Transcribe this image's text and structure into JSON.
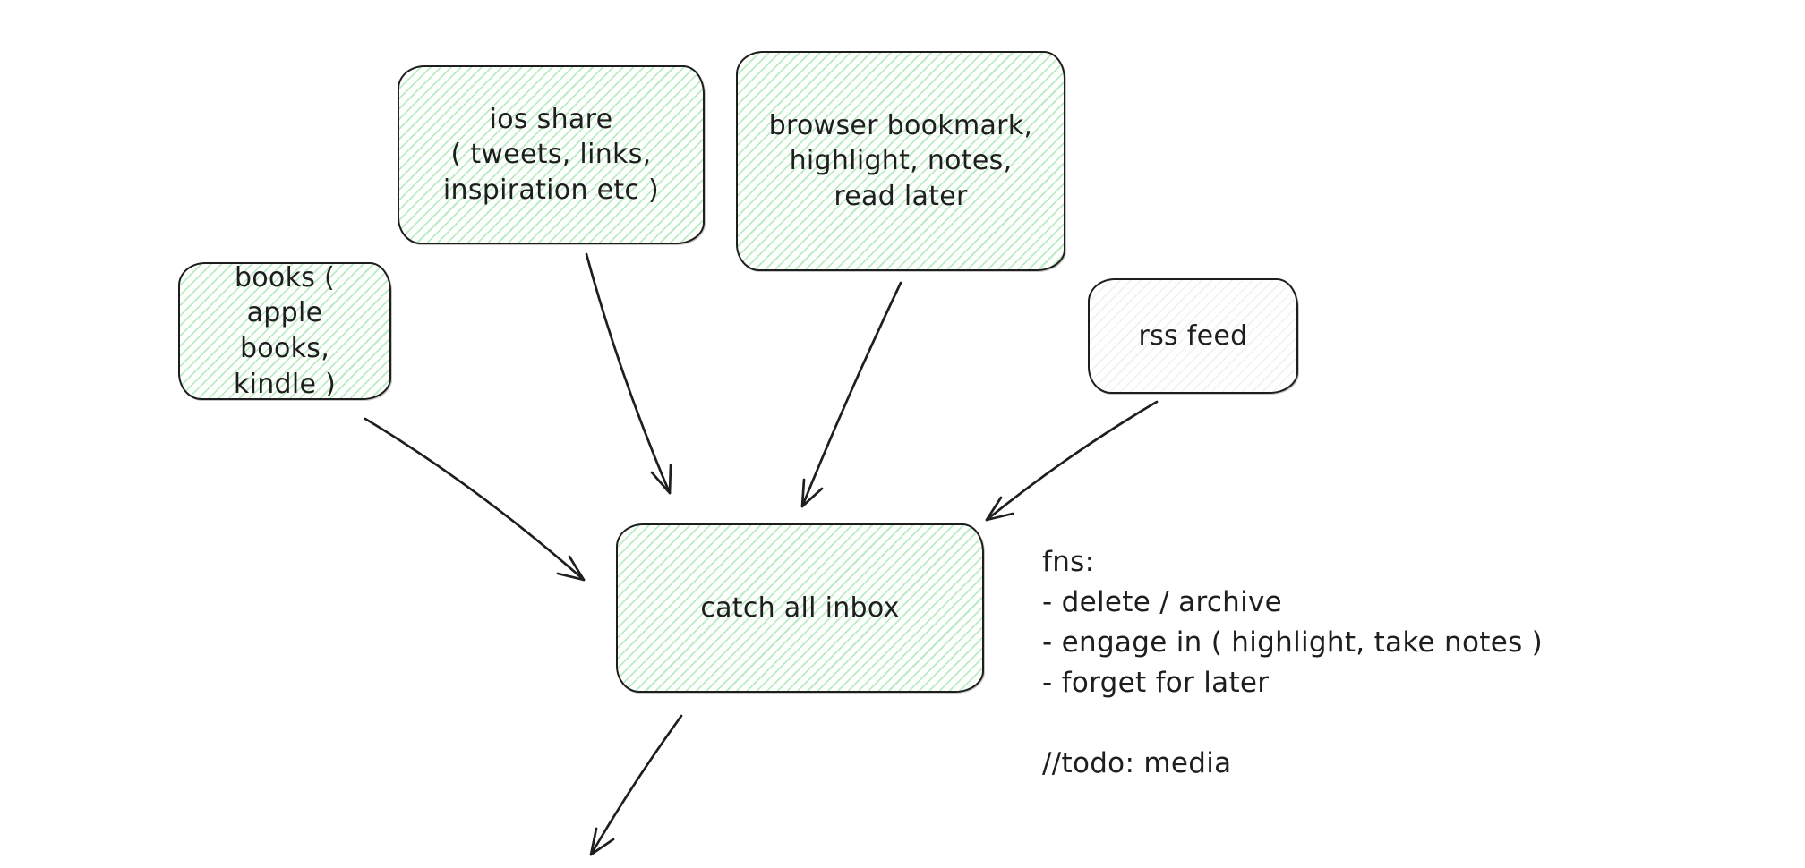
{
  "diagram": {
    "nodes": {
      "books": {
        "label": "books (\napple books,\nkindle )"
      },
      "ios_share": {
        "label": "ios share\n( tweets, links,\ninspiration etc )"
      },
      "browser": {
        "label": "browser bookmark,\nhighlight, notes,\nread later"
      },
      "rss": {
        "label": "rss feed"
      },
      "inbox": {
        "label": "catch all inbox"
      }
    },
    "notes": {
      "text": "fns:\n- delete / archive\n- engage in ( highlight, take notes )\n- forget for later\n\n//todo: media"
    },
    "colors": {
      "stroke": "#1e1e1e",
      "green_hatch": "#40c057",
      "background": "#ffffff"
    }
  }
}
